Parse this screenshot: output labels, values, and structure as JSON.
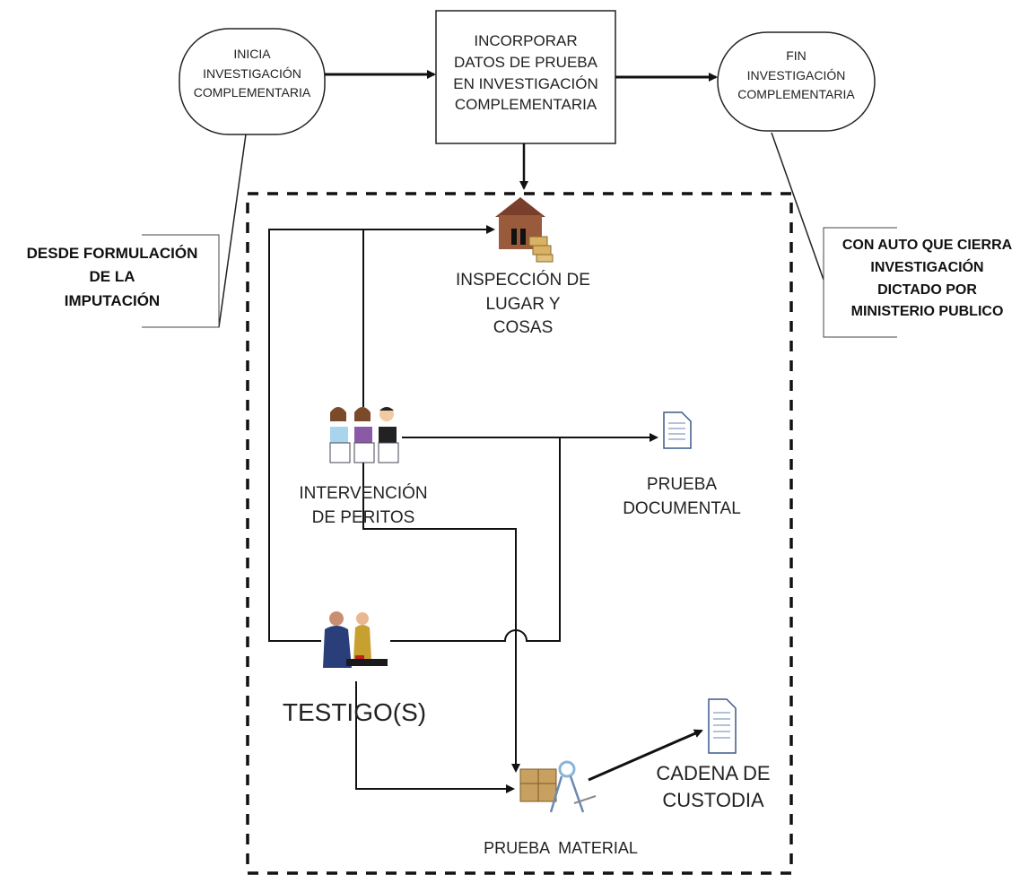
{
  "nodes": {
    "start": "INICIA\nINVESTIGACIÓN\nCOMPLEMENTARIA",
    "incorporate": "INCORPORAR\nDATOS DE PRUEBA\nEN INVESTIGACIÓN\nCOMPLEMENTARIA",
    "end": "FIN\nINVESTIGACIÓN\nCOMPLEMENTARIA"
  },
  "notes": {
    "left": "DESDE FORMULACIÓN\nDE LA\nIMPUTACIÓN",
    "right": "CON AUTO QUE CIERRA\nINVESTIGACIÓN\nDICTADO POR\nMINISTERIO PUBLICO"
  },
  "items": {
    "inspection": "INSPECCIÓN DE\nLUGAR Y\nCOSAS",
    "experts": "INTERVENCIÓN\nDE PERITOS",
    "documentary": "PRUEBA\nDOCUMENTAL",
    "witnesses": "TESTIGO(S)",
    "chain": "CADENA DE\nCUSTODIA",
    "material": "PRUEBA  MATERIAL"
  },
  "icons": {
    "inspection": "house-with-boxes-icon",
    "experts": "three-people-icon",
    "documentary": "document-icon",
    "witnesses": "two-people-at-table-icon",
    "material": "box-and-tools-icon",
    "chain": "document-icon"
  }
}
